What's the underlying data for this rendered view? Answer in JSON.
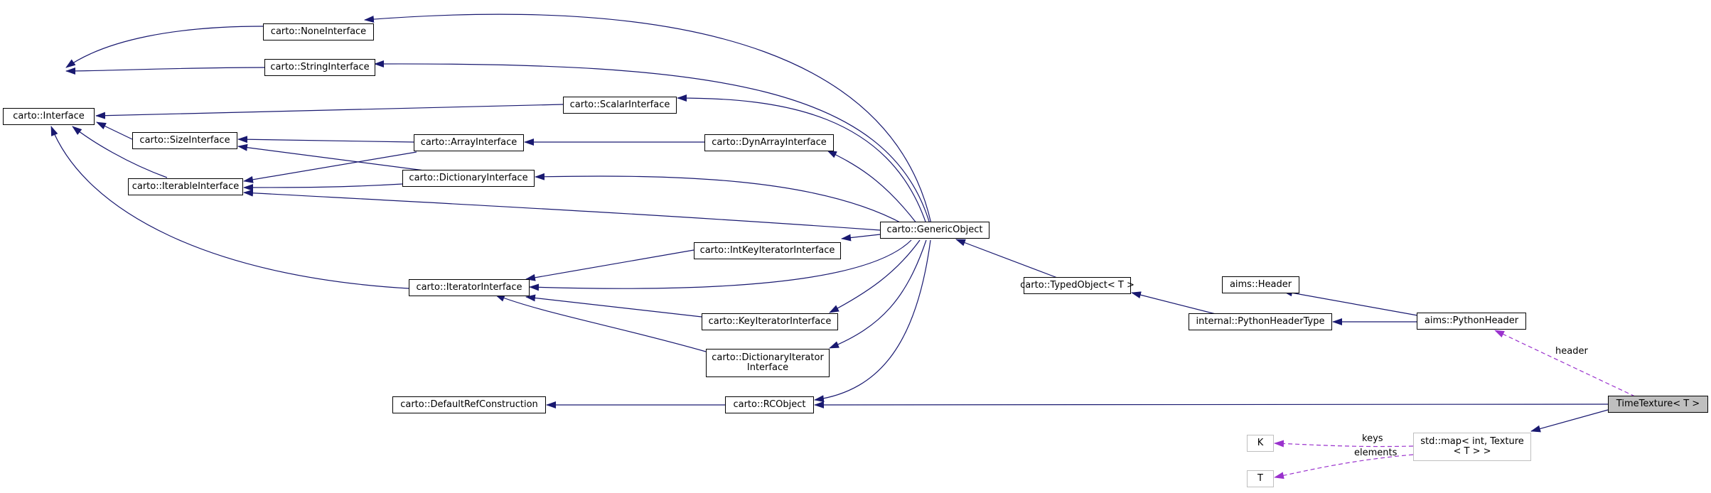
{
  "nodes": {
    "interface": "carto::Interface",
    "none_interface": "carto::NoneInterface",
    "string_interface": "carto::StringInterface",
    "scalar_interface": "carto::ScalarInterface",
    "size_interface": "carto::SizeInterface",
    "array_interface": "carto::ArrayInterface",
    "dynarray_interface": "carto::DynArrayInterface",
    "iterable_interface": "carto::IterableInterface",
    "dictionary_interface": "carto::DictionaryInterface",
    "generic_object": "carto::GenericObject",
    "intkey_iterator_interface": "carto::IntKeyIteratorInterface",
    "iterator_interface": "carto::IteratorInterface",
    "key_iterator_interface": "carto::KeyIteratorInterface",
    "dictionary_iterator_interface_l1": "carto::DictionaryIterator",
    "dictionary_iterator_interface_l2": "Interface",
    "default_ref_construction": "carto::DefaultRefConstruction",
    "rc_object": "carto::RCObject",
    "typed_object": "carto::TypedObject< T >",
    "aims_header": "aims::Header",
    "python_header_type": "internal::PythonHeaderType",
    "python_header": "aims::PythonHeader",
    "time_texture": "TimeTexture< T >",
    "k": "K",
    "t": "T",
    "std_map_l1": "std::map< int, Texture",
    "std_map_l2": "< T > >"
  },
  "edge_labels": {
    "header": "header",
    "keys": "keys",
    "elements": "elements"
  },
  "colors": {
    "inheritance": "#191970",
    "usage": "#9a32cd",
    "focus_fill": "#bfbfbf"
  }
}
